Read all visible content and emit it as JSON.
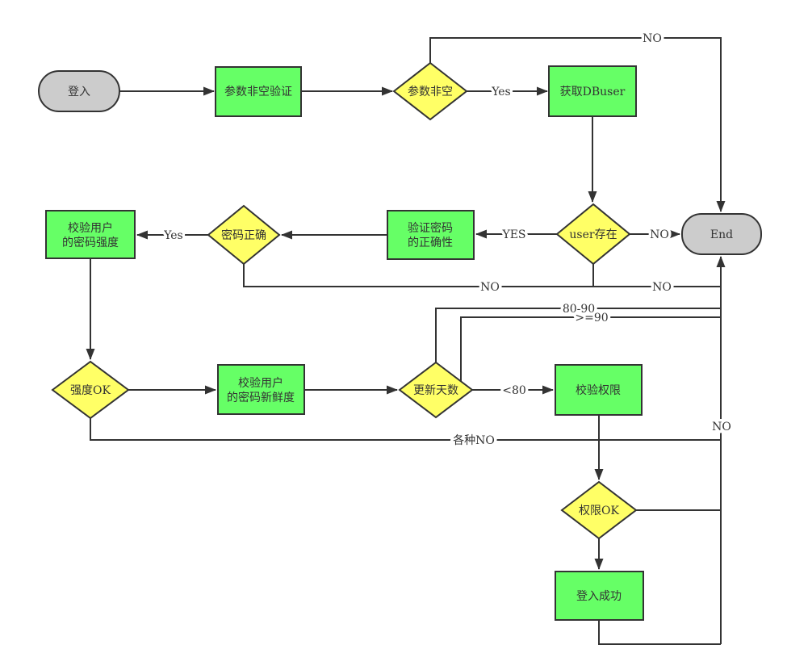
{
  "diagram": {
    "title": "login-validation-flowchart",
    "colors": {
      "process_fill": "#66ff66",
      "decision_fill": "#ffff66",
      "terminal_fill": "#cccccc",
      "stroke": "#333333",
      "text": "#333333",
      "background": "#ffffff"
    },
    "nodes": {
      "login": {
        "type": "terminal",
        "label": "登入"
      },
      "param_check": {
        "type": "process",
        "label": "参数非空验证"
      },
      "param_nonempty": {
        "type": "decision",
        "label": "参数非空"
      },
      "get_dbuser": {
        "type": "process",
        "label": "获取DBuser"
      },
      "user_exists": {
        "type": "decision",
        "label": "user存在"
      },
      "end": {
        "type": "terminal",
        "label": "End"
      },
      "verify_password": {
        "type": "process",
        "lines": [
          "验证密码",
          "的正确性"
        ]
      },
      "password_correct": {
        "type": "decision",
        "label": "密码正确"
      },
      "check_strength": {
        "type": "process",
        "lines": [
          "校验用户",
          "的密码强度"
        ]
      },
      "strength_ok": {
        "type": "decision",
        "label": "强度OK"
      },
      "check_freshness": {
        "type": "process",
        "lines": [
          "校验用户",
          "的密码新鲜度"
        ]
      },
      "update_days": {
        "type": "decision",
        "label": "更新天数"
      },
      "check_permission": {
        "type": "process",
        "label": "校验权限"
      },
      "permission_ok": {
        "type": "decision",
        "label": "权限OK"
      },
      "login_success": {
        "type": "process",
        "label": "登入成功"
      }
    },
    "edge_labels": {
      "param_no": "NO",
      "param_yes": "Yes",
      "user_yes": "YES",
      "user_no": "NO",
      "password_yes": "Yes",
      "password_no": "NO",
      "user_bottom_no": "NO",
      "days_80_90": "80-90",
      "days_ge_90": ">=90",
      "days_lt_80": "<80",
      "various_no": "各种NO",
      "permission_no": "NO"
    }
  }
}
